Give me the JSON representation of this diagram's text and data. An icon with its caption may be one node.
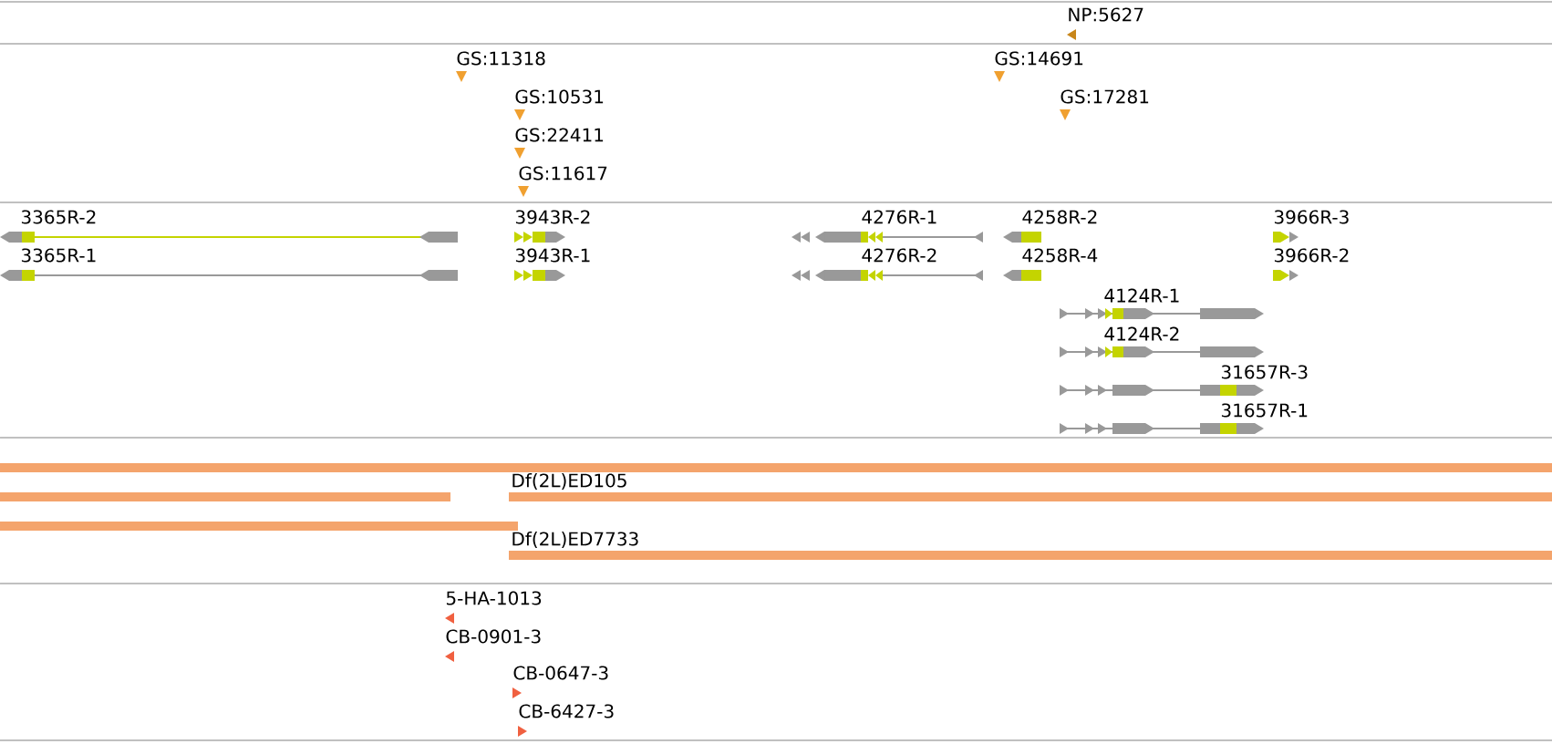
{
  "diagram": {
    "labels": [
      "NP:5627",
      "GS:11318",
      "GS:14691",
      "GS:10531",
      "GS:17281",
      "GS:22411",
      "GS:11617",
      "3365R-2",
      "3943R-2",
      "4276R-1",
      "4258R-2",
      "3966R-3",
      "3365R-1",
      "3943R-1",
      "4276R-2",
      "4258R-4",
      "3966R-2",
      "4124R-1",
      "4124R-2",
      "31657R-3",
      "31657R-1",
      "Df(2L)ED105",
      "Df(2L)ED7733",
      "5-HA-1013",
      "CB-0901-3",
      "CB-0647-3",
      "CB-6427-3"
    ]
  }
}
